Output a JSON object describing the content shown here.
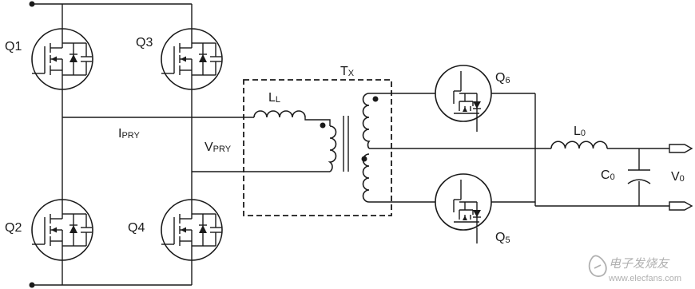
{
  "labels": {
    "q1": "Q1",
    "q2": "Q2",
    "q3": "Q3",
    "q4": "Q4",
    "q5_main": "Q",
    "q5_sub": "5",
    "q6_main": "Q",
    "q6_sub": "6",
    "ipry_main": "I",
    "ipry_sub": "PRY",
    "vpry_main": "V",
    "vpry_sub": "PRY",
    "ll_main": "L",
    "ll_sub": "L",
    "tx_main": "T",
    "tx_sub": "X",
    "l0_main": "L",
    "l0_sub": "0",
    "c0_main": "C",
    "c0_sub": "0",
    "v0_main": "V",
    "v0_sub": "0"
  },
  "watermark": {
    "text": "电子发烧友",
    "url": "www.elecfans.com"
  },
  "colors": {
    "line": "#1a1a1a",
    "watermark": "#b0b0b0"
  }
}
